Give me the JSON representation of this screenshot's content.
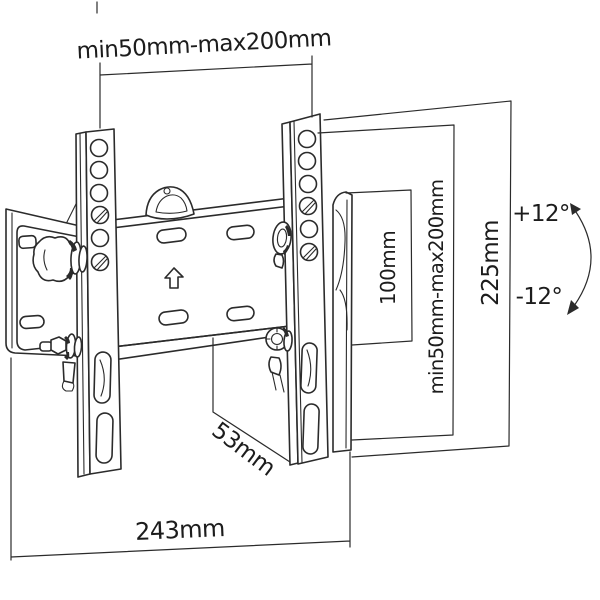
{
  "drawing": {
    "colors": {
      "line": "#2b2b2b",
      "background": "#ffffff"
    },
    "labels": {
      "top_width": "min50mm-max200mm",
      "bottom_width": "243mm",
      "depth": "53mm",
      "height_overall": "225mm",
      "height_vesa": "min50mm-max200mm",
      "height_inner": "100mm",
      "tilt_up": "+12°",
      "tilt_down": "-12°"
    }
  }
}
